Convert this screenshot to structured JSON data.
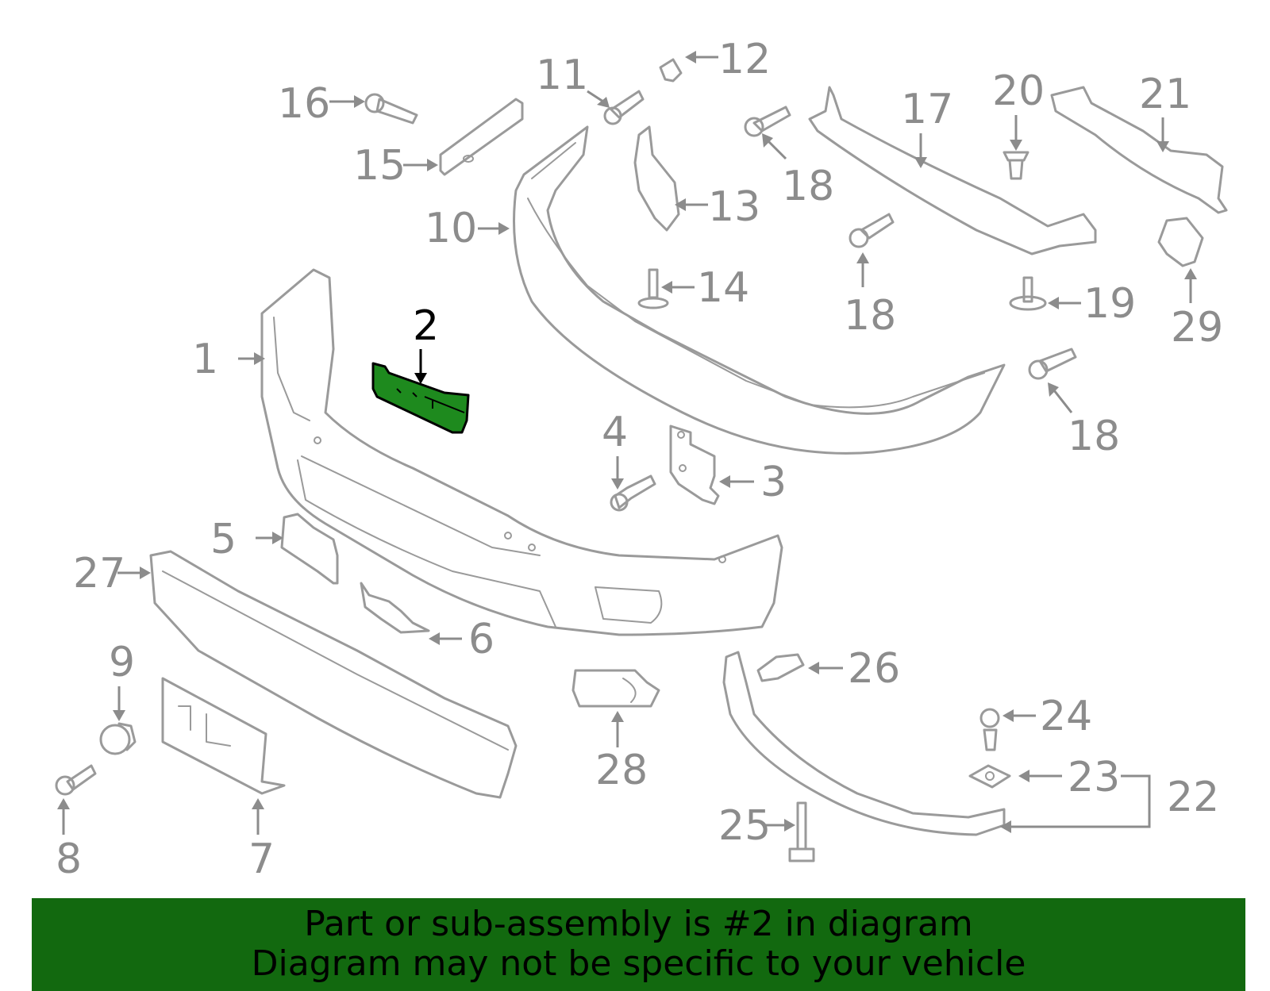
{
  "diagram": {
    "highlighted_part": "2",
    "callouts": [
      "1",
      "2",
      "3",
      "4",
      "5",
      "6",
      "7",
      "8",
      "9",
      "10",
      "11",
      "12",
      "13",
      "14",
      "15",
      "16",
      "17",
      "18",
      "18",
      "18",
      "19",
      "20",
      "21",
      "22",
      "23",
      "24",
      "25",
      "26",
      "27",
      "28",
      "29"
    ]
  },
  "colors": {
    "highlight_fill": "#1e8a1e",
    "banner_bg": "#12690f",
    "line_gray": "#9a9a9a"
  },
  "banner": {
    "line1": "Part or sub-assembly is #2 in diagram",
    "line2": "Diagram may not be specific to your vehicle"
  }
}
